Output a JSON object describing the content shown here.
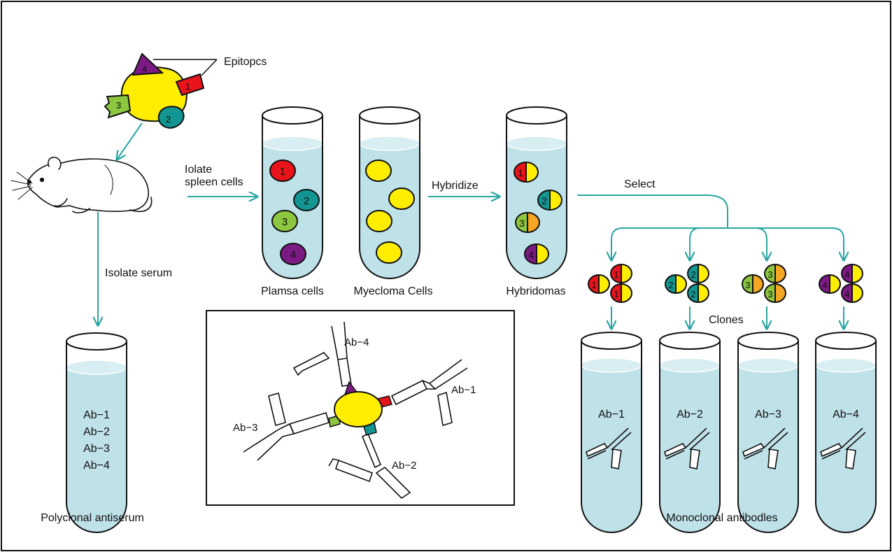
{
  "labels": {
    "epitopes": "Epitopcs",
    "isolate_spleen_line1": "Iolate",
    "isolate_spleen_line2": "spleen cells",
    "isolate_serum": "Isolate serum",
    "hybridize": "Hybridize",
    "select": "Select",
    "clones": "Clones",
    "plasma_cells": "Plamsa cells",
    "myeloma_cells": "Myecloma Cells",
    "hybridomas": "Hybridomas",
    "polyclonal": "Polyclonal antiserum",
    "monoclonal": "Monoclonal antibodles"
  },
  "epitope_numbers": [
    "1",
    "2",
    "3",
    "4"
  ],
  "polyclonal_antibodies": [
    "Ab−1",
    "Ab−2",
    "Ab−3",
    "Ab−4"
  ],
  "inset_antibodies": [
    "Ab−1",
    "Ab−2",
    "Ab−3",
    "Ab−4"
  ],
  "monoclonal_tubes": [
    "Ab−1",
    "Ab−2",
    "Ab−3",
    "Ab−4"
  ],
  "colors": {
    "antigen": "#ffee00",
    "epitope_1": "#e8141c",
    "epitope_2": "#139592",
    "epitope_3": "#8dc63f",
    "epitope_4": "#7b1a83",
    "myeloma_half": "#ffee00",
    "hybrid_orange": "#f5a623",
    "arrow": "#2aa7a1",
    "liquid": "#bfe1e8"
  }
}
